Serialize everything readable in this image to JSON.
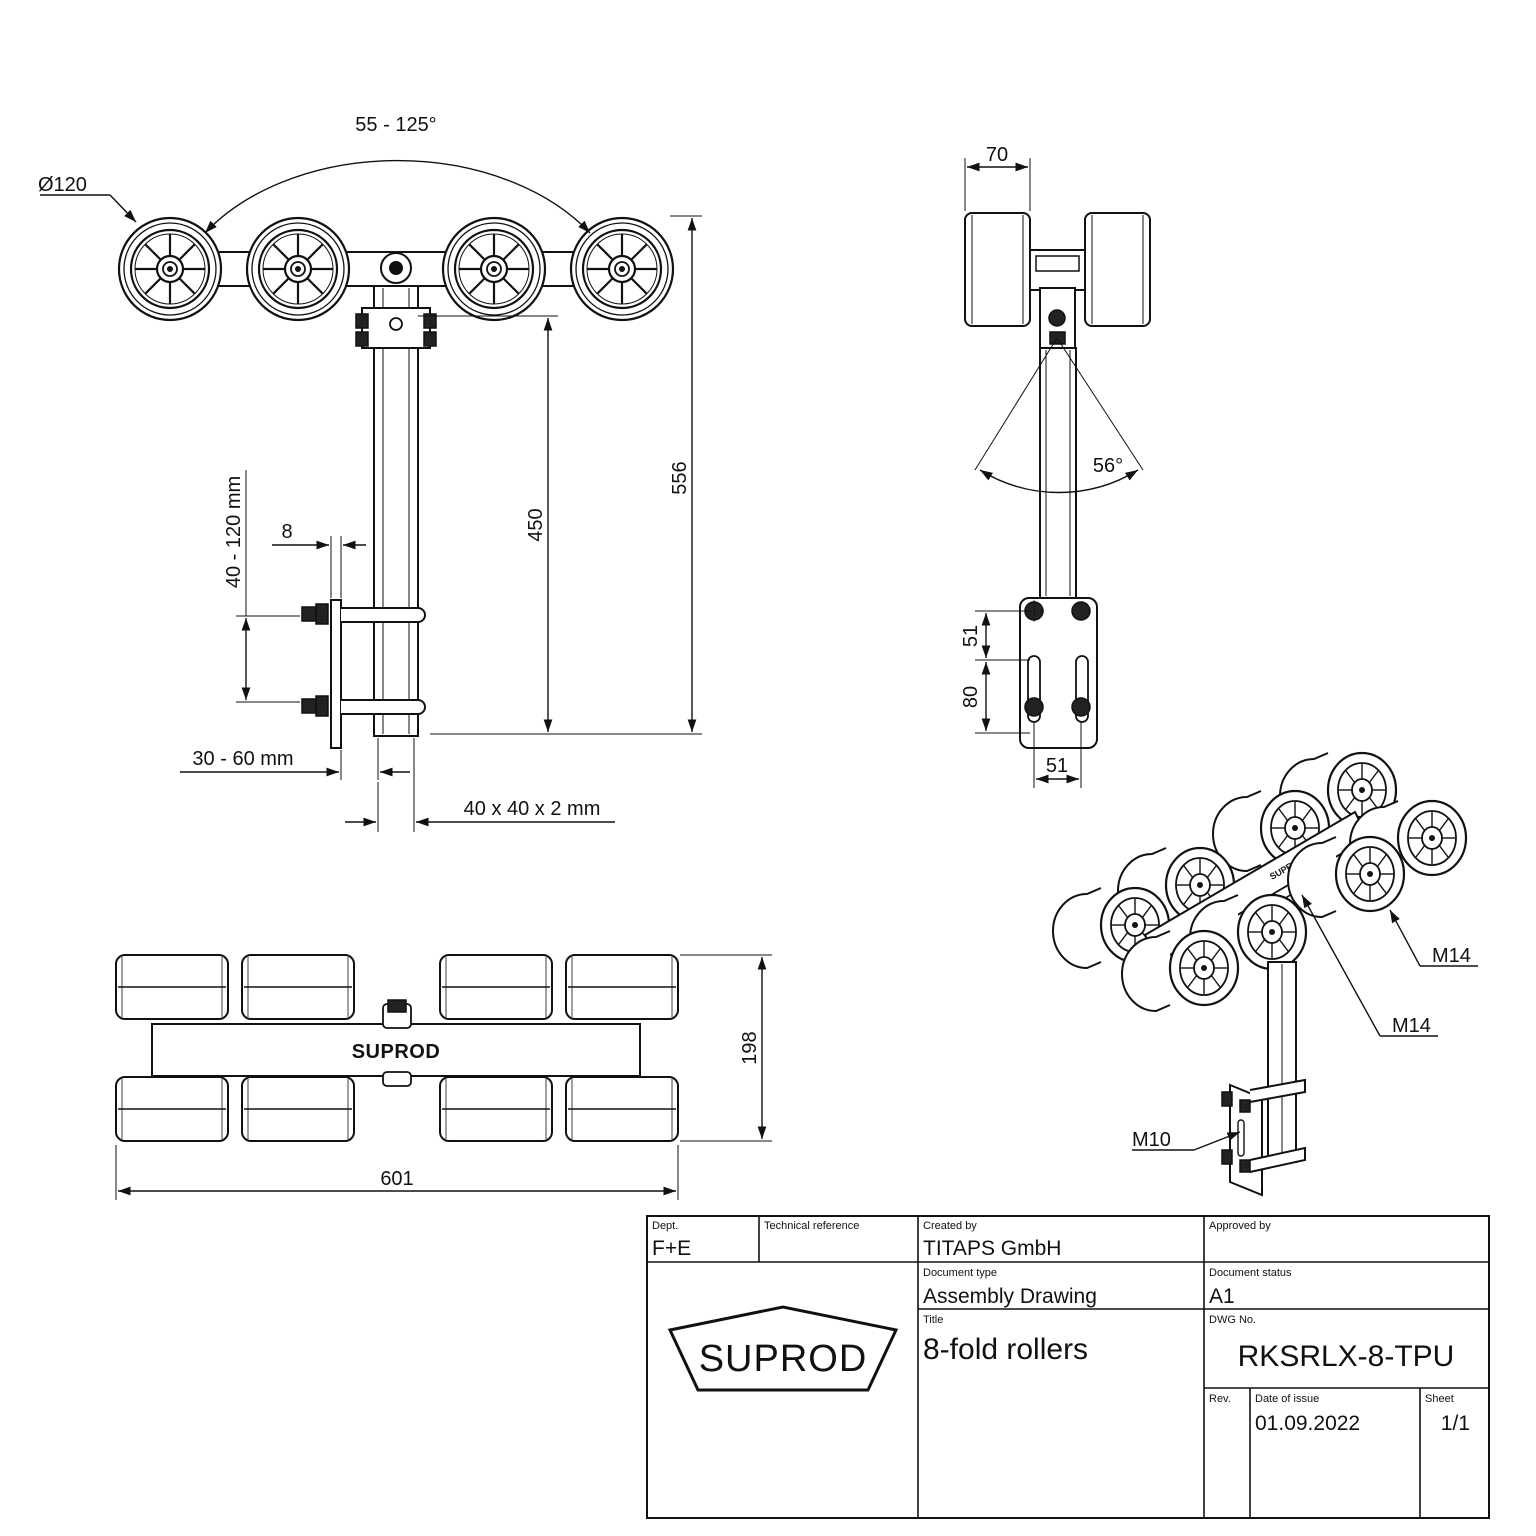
{
  "dimensions": {
    "angle_top": "55 - 125°",
    "wheel_diameter": "Ø120",
    "height_556": "556",
    "height_450": "450",
    "clamp_range": "40 - 120 mm",
    "plate_thickness": "8",
    "clamp_width": "30 - 60 mm",
    "tube_profile": "40 x 40 x 2 mm",
    "side_width": "70",
    "side_angle": "56°",
    "plate_51_vertical": "51",
    "plate_80": "80",
    "plate_51_horizontal": "51",
    "plan_width": "601",
    "plan_depth": "198"
  },
  "callouts": {
    "m14_a": "M14",
    "m14_b": "M14",
    "m10": "M10"
  },
  "plan_view": {
    "beam_brand": "SUPROD"
  },
  "title_block": {
    "dept_label": "Dept.",
    "dept_value": "F+E",
    "tech_ref_label": "Technical reference",
    "tech_ref_value": "",
    "created_by_label": "Created by",
    "created_by_value": "TITAPS GmbH",
    "approved_by_label": "Approved by",
    "approved_by_value": "",
    "doc_type_label": "Document type",
    "doc_type_value": "Assembly Drawing",
    "doc_status_label": "Document status",
    "doc_status_value": "A1",
    "title_label": "Title",
    "title_value": "8-fold rollers",
    "dwg_no_label": "DWG No.",
    "dwg_no_value": "RKSRLX-8-TPU",
    "rev_label": "Rev.",
    "rev_value": "",
    "date_label": "Date of issue",
    "date_value": "01.09.2022",
    "sheet_label": "Sheet",
    "sheet_value": "1/1",
    "logo_text": "SUPROD"
  }
}
